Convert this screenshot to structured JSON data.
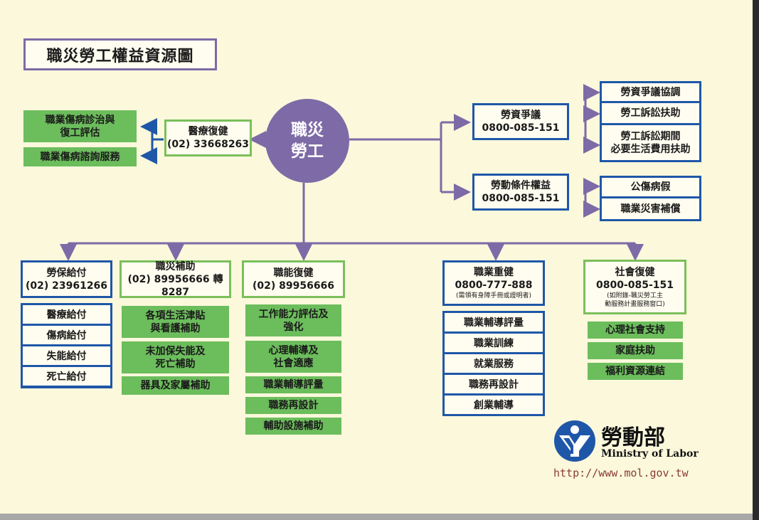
{
  "title": "職災勞工權益資源圖",
  "hub": {
    "line1": "職災",
    "line2": "勞工"
  },
  "medical": {
    "name": "醫療復健",
    "phone": "(02) 33668263",
    "items": [
      {
        "line1": "職業傷病診治與",
        "line2": "復工評估"
      },
      {
        "line1": "職業傷病諮詢服務",
        "line2": ""
      }
    ]
  },
  "dispute": {
    "name": "勞資爭議",
    "phone": "0800-085-151",
    "items": [
      {
        "line1": "勞資爭議協調",
        "line2": ""
      },
      {
        "line1": "勞工訴訟扶助",
        "line2": ""
      },
      {
        "line1": "勞工訴訟期間",
        "line2": "必要生活費用扶助"
      }
    ]
  },
  "conditions": {
    "name": "勞動條件權益",
    "phone": "0800-085-151",
    "items": [
      "公傷病假",
      "職業災害補償"
    ]
  },
  "insurance": {
    "name": "勞保給付",
    "phone": "(02) 23961266",
    "items": [
      "醫療給付",
      "傷病給付",
      "失能給付",
      "死亡給付"
    ]
  },
  "subsidy": {
    "name": "職災補助",
    "phone": "(02) 89956666 轉 8287",
    "items": [
      {
        "line1": "各項生活津貼",
        "line2": "與看護補助"
      },
      {
        "line1": "未加保失能及",
        "line2": "死亡補助"
      },
      {
        "line1": "器具及家屬補助",
        "line2": ""
      }
    ]
  },
  "function": {
    "name": "職能復健",
    "phone": "(02) 89956666",
    "items": [
      {
        "line1": "工作能力評估及",
        "line2": "強化"
      },
      {
        "line1": "心理輔導及",
        "line2": "社會適應"
      },
      {
        "line1": "職業輔導評量",
        "line2": ""
      },
      {
        "line1": "職務再設計",
        "line2": ""
      },
      {
        "line1": "輔助設施補助",
        "line2": ""
      }
    ]
  },
  "reemploy": {
    "name": "職業重健",
    "phone": "0800-777-888",
    "note": "(需領有身障手冊或證明者)",
    "items": [
      "職業輔導評量",
      "職業訓練",
      "就業服務",
      "職務再設計",
      "創業輔導"
    ]
  },
  "social": {
    "name": "社會復健",
    "phone": "0800-085-151",
    "note1": "(如附錄-職災勞工主",
    "note2": "動服務計畫服務窗口)",
    "items": [
      "心理社會支持",
      "家庭扶助",
      "福利資源連結"
    ]
  },
  "logo": {
    "name": "勞動部",
    "english": "Ministry of Labor",
    "url": "http://www.mol.gov.tw"
  },
  "colors": {
    "purple": "#7d6aa6",
    "green": "#6cbd5c",
    "blue": "#1f57a8",
    "background": "#fbf8dc"
  }
}
